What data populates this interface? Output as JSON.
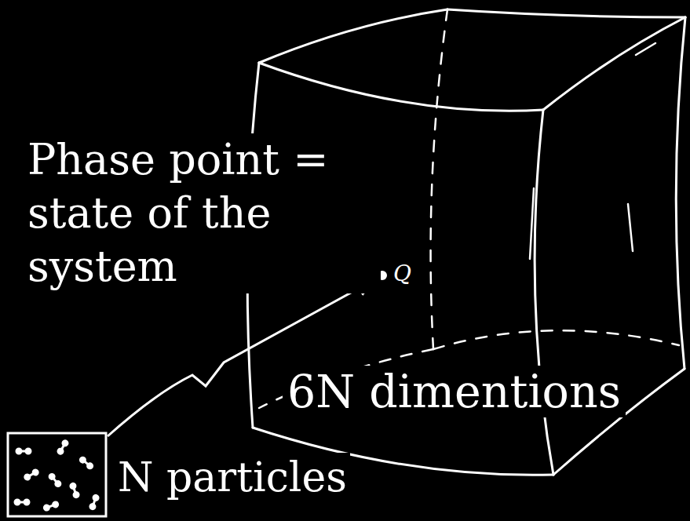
{
  "diagram": {
    "labels": [
      "Phase point = state of the system",
      "Q",
      "6N dimentions",
      "N particles"
    ]
  }
}
